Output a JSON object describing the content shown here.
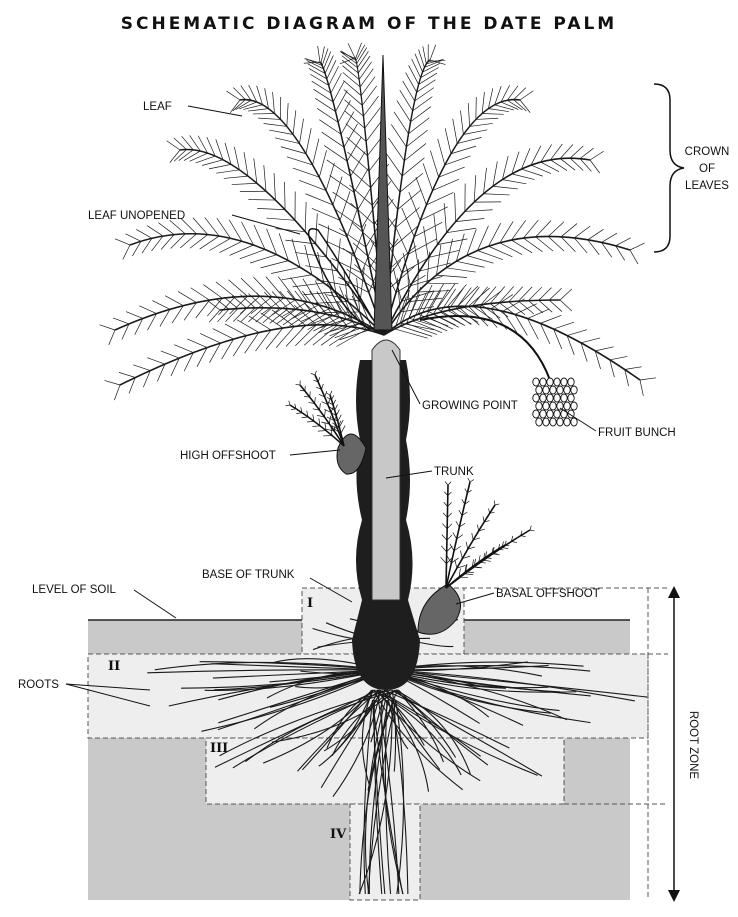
{
  "title": "SCHEMATIC DIAGRAM OF THE DATE PALM",
  "labels": {
    "leaf": "LEAF",
    "leaf_unopened": "LEAF UNOPENED",
    "crown_line1": "CROWN",
    "crown_line2": "OF",
    "crown_line3": "LEAVES",
    "growing_point": "GROWING POINT",
    "fruit_bunch": "FRUIT BUNCH",
    "high_offshoot": "HIGH OFFSHOOT",
    "trunk": "TRUNK",
    "base_of_trunk": "BASE OF TRUNK",
    "basal_offshoot": "BASAL OFFSHOOT",
    "level_of_soil": "LEVEL OF SOIL",
    "roots": "ROOTS",
    "root_zone": "ROOT ZONE"
  },
  "zones": [
    "I",
    "II",
    "III",
    "IV"
  ],
  "colors": {
    "soil": "#c9c9c9",
    "zone_fill": "#eeeeee",
    "trunk_dark": "#1e1e1e",
    "trunk_core": "#c8c8c8",
    "ink": "#111111"
  }
}
